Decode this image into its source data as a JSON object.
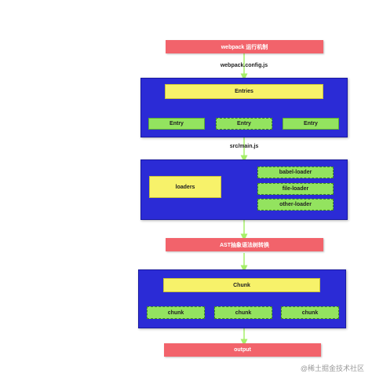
{
  "title": "webpack 运行机制",
  "config_label": "webpack.config.js",
  "entries": {
    "header": "Entries",
    "items": [
      "Entry",
      "Entry",
      "Entry"
    ]
  },
  "src_label": "src/main.js",
  "loaders": {
    "main": "loaders",
    "items": [
      "babel-loader",
      "file-loader",
      "other-loader"
    ]
  },
  "ast_label": "AST抽象语法树转换",
  "chunks": {
    "header": "Chunk",
    "items": [
      "chunk",
      "chunk",
      "chunk"
    ]
  },
  "output_label": "output",
  "watermark": "@稀土掘金技术社区",
  "colors": {
    "red": "#f2636b",
    "panel_blue": "#2b2bd6",
    "yellow": "#f7f26a",
    "green": "#93e35f",
    "connector": "#a7f06a"
  }
}
